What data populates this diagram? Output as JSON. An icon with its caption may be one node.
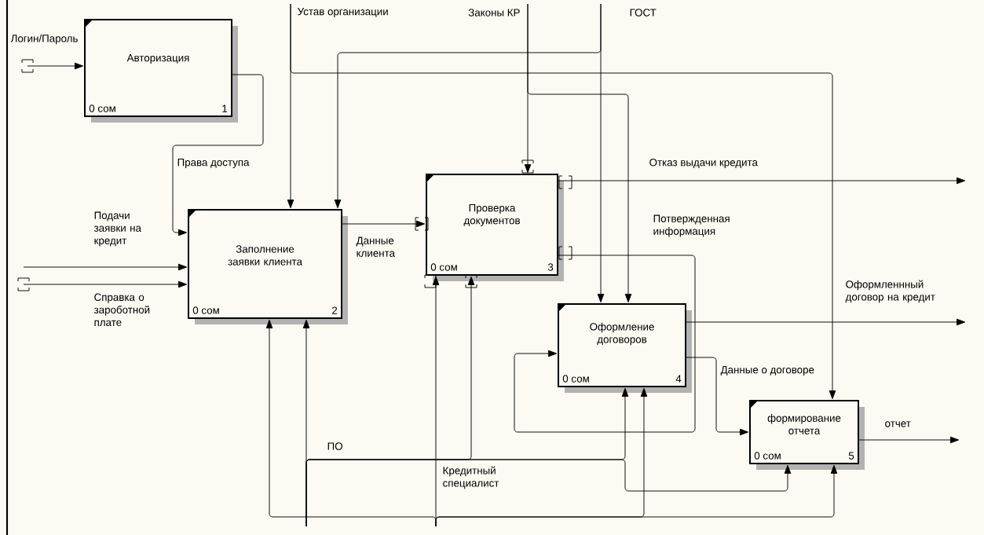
{
  "diagram": {
    "nodes": [
      {
        "text": [
          "Авторизация",
          "0 сом",
          "1"
        ]
      },
      {
        "text": [
          "Заполнение заявки клиента",
          "0 сом",
          "2"
        ]
      },
      {
        "text": [
          "Проверка документов",
          "0 сом",
          "3"
        ]
      },
      {
        "text": [
          "Оформление договоров",
          "0 сом",
          "4"
        ]
      },
      {
        "text": [
          "формирование отчета",
          "0 сом",
          "5"
        ]
      }
    ],
    "edges": [
      {
        "from": null,
        "to": 0,
        "arrow": "to",
        "label": "Логин/Пароль"
      },
      {
        "from": 0,
        "to": 1,
        "arrow": "to",
        "label": "Права доступа"
      },
      {
        "from": null,
        "to": 1,
        "arrow": "to",
        "label": "Подачи заявки на кредит"
      },
      {
        "from": null,
        "to": 1,
        "arrow": "to",
        "label": "Справка о зароботной плате"
      },
      {
        "from": null,
        "to": 1,
        "arrow": "to",
        "label": "Устав организации"
      },
      {
        "from": null,
        "to": 4,
        "arrow": "to"
      },
      {
        "from": null,
        "to": 1,
        "arrow": "to",
        "label": "ГОСТ"
      },
      {
        "from": null,
        "to": 3,
        "arrow": "to"
      },
      {
        "from": null,
        "to": 2,
        "arrow": "to",
        "label": "Законы КР"
      },
      {
        "from": null,
        "to": 3,
        "arrow": "to"
      },
      {
        "from": 1,
        "to": 2,
        "arrow": "to",
        "label": "Данные клиента"
      },
      {
        "from": 2,
        "to": null,
        "arrow": "to",
        "label": "Отказ выдачи кредита"
      },
      {
        "from": 2,
        "to": 3,
        "arrow": "to",
        "label": "Потвержденная информация"
      },
      {
        "from": 3,
        "to": null,
        "arrow": "to",
        "label": "Оформленнный договор на кредит"
      },
      {
        "from": 3,
        "to": 4,
        "arrow": "to",
        "label": "Данные о договоре"
      },
      {
        "from": 4,
        "to": null,
        "arrow": "to",
        "label": "отчет"
      },
      {
        "from": null,
        "to": 1,
        "arrow": "to",
        "label": "ПО"
      },
      {
        "from": null,
        "to": 2,
        "arrow": "to"
      },
      {
        "from": null,
        "to": 3,
        "arrow": "to"
      },
      {
        "from": null,
        "to": 4,
        "arrow": "to"
      },
      {
        "from": null,
        "to": 2,
        "arrow": "to",
        "label": "Кредитный специалист"
      },
      {
        "from": null,
        "to": 1,
        "arrow": "to"
      },
      {
        "from": null,
        "to": 3,
        "arrow": "to"
      },
      {
        "from": null,
        "to": 4,
        "arrow": "to"
      }
    ]
  }
}
